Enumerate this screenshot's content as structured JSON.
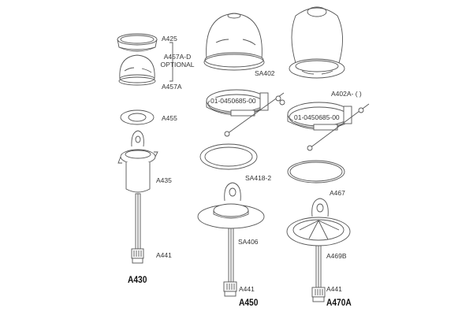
{
  "diagram": {
    "title": "Strobe assembly exploded parts diagram",
    "assemblies": [
      {
        "model": "A430",
        "parts": [
          {
            "id": "A425",
            "desc": "lens retaining ring"
          },
          {
            "id": "A457A-D",
            "note": "OPTIONAL"
          },
          {
            "id": "A457A",
            "desc": "lens dome"
          },
          {
            "id": "A455",
            "desc": "gasket"
          },
          {
            "id": "A435",
            "desc": "flash tube base"
          },
          {
            "id": "A441",
            "desc": "connector"
          }
        ]
      },
      {
        "model": "A450",
        "parts": [
          {
            "id": "SA402",
            "desc": "dome lens"
          },
          {
            "id": "01-0450685-00",
            "desc": "clamp"
          },
          {
            "id": "SA418-2",
            "desc": "gasket"
          },
          {
            "id": "SA406",
            "desc": "flash tube base"
          },
          {
            "id": "A441",
            "desc": "connector"
          }
        ]
      },
      {
        "model": "A470A",
        "parts": [
          {
            "id": "A402A- ( )",
            "desc": "tall dome lens"
          },
          {
            "id": "01-0450685-00",
            "desc": "clamp"
          },
          {
            "id": "A467",
            "desc": "o-ring"
          },
          {
            "id": "A469B",
            "desc": "flash tube base"
          },
          {
            "id": "A441",
            "desc": "connector"
          }
        ]
      }
    ],
    "labels": {
      "a425": "A425",
      "a457ad_1": "A457A-D",
      "a457ad_2": "OPTIONAL",
      "a457a": "A457A",
      "a455": "A455",
      "a435": "A435",
      "a441_1": "A441",
      "a430": "A430",
      "sa402": "SA402",
      "clamp_1": "01-0450685-00",
      "sa418": "SA418-2",
      "sa406": "SA406",
      "a441_2": "A441",
      "a450": "A450",
      "a402a": "A402A- ( )",
      "clamp_2": "01-0450685-00",
      "a467": "A467",
      "a469b": "A469B",
      "a441_3": "A441",
      "a470a": "A470A"
    },
    "colors": {
      "line": "#555555",
      "fill": "#ffffff",
      "shade": "#eeeeee",
      "text": "#333333"
    }
  }
}
